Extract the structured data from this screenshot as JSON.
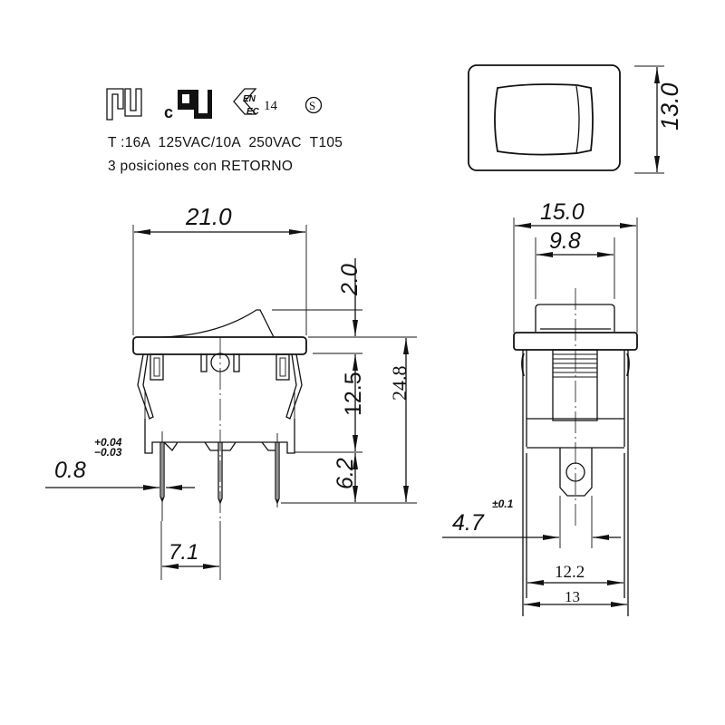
{
  "certifications": {
    "marks": [
      "UL recognized",
      "cUL recognized",
      "ENEC 14",
      "S (SEMKO)"
    ],
    "enec_number": "14",
    "semko_letter": "S",
    "c_letter": "c"
  },
  "specs": {
    "rating_line": "T :16A  125VAC/10A  250VAC  T105",
    "positions_line": "3 posiciones con RETORNO"
  },
  "top_view": {
    "height_dim": "13.0"
  },
  "front_view": {
    "width_dim": "21.0",
    "actuator_height_dim": "2.0",
    "body_height_dim": "12.5",
    "total_height_dim": "24.8",
    "terminal_length_dim": "6.2",
    "terminal_pitch_dim": "7.1",
    "terminal_thickness_dim": "0.8",
    "terminal_tolerance_plus": "+0.04",
    "terminal_tolerance_minus": "−0.03"
  },
  "side_view": {
    "bezel_width_dim": "15.0",
    "actuator_width_dim": "9.8",
    "terminal_width_dim": "4.7",
    "terminal_width_tolerance": "±0.1",
    "body_width_dim": "12.2",
    "clip_width_dim": "13"
  }
}
